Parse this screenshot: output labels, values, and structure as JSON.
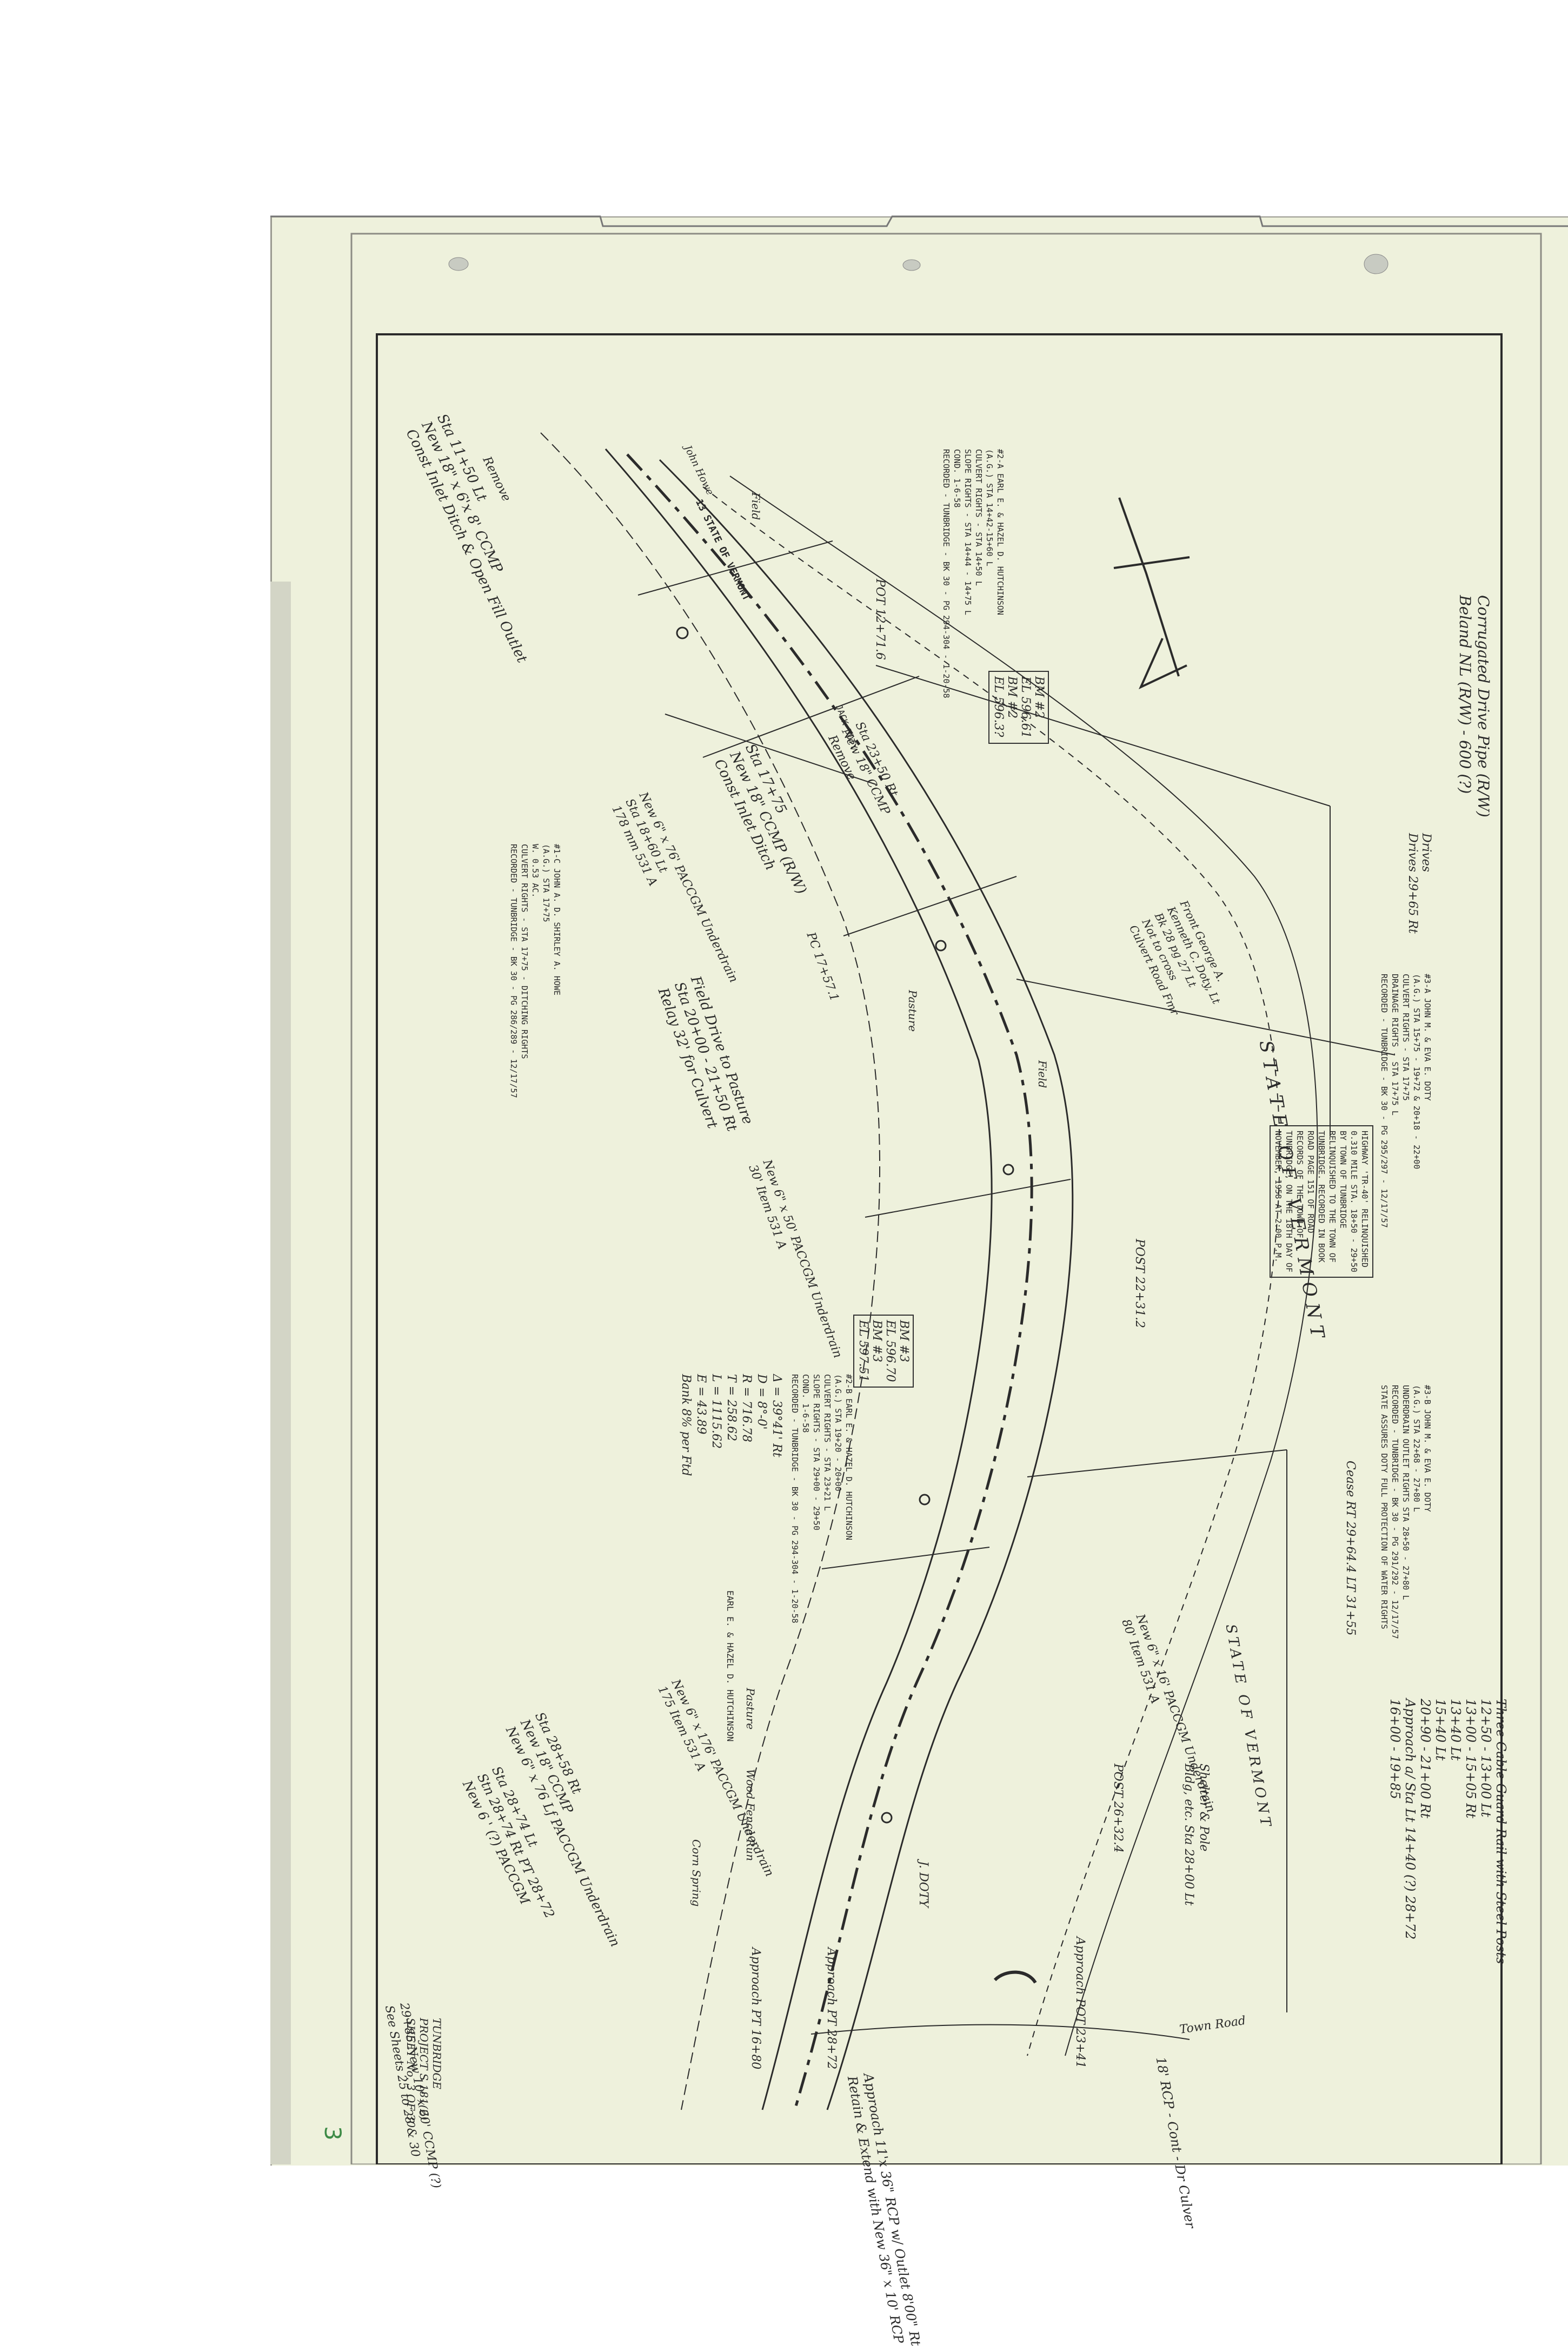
{
  "page_number": "3",
  "title_block": {
    "line1": "TUNBRIDGE",
    "line2": "PROJECT S 181(2)",
    "sheet": "SHEET No. 3 OF 30"
  },
  "recorded_parcels": {
    "parcel_1c": [
      "#1-C JOHN A. D. SHIRLEY A. HOWE",
      "(A.G.) STA 17+75",
      "W. 0.53 AC.",
      "CULVERT RIGHTS - STA 17+75 - DITCHING RIGHTS",
      "RECORDED - TUNBRIDGE - BK 30 - PG 286/289 - 12/17/57"
    ],
    "parcel_2a": [
      "#2-A EARL E. & HAZEL D. HUTCHINSON",
      "(A.G.) STA 14+42-15+60 L",
      "CULVERT RIGHTS - STA 14+50 L",
      "SLOPE RIGHTS - STA 14+44 - 14+75 L",
      "COND. 1-6-58",
      "RECORDED - TUNBRIDGE - BK 30 - PG 294-304 - 1-20-58"
    ],
    "parcel_2b": [
      "#2-B EARL E. & HAZEL D. HUTCHINSON",
      "(A.G.) STA 19+20 - 20+00",
      "CULVERT RIGHTS - STA 23+21 L",
      "SLOPE RIGHTS - STA 29+00 - 29+50",
      "COND. 1-6-58",
      "RECORDED - TUNBRIDGE - BK 30 - PG 294-304 - 1-20-58"
    ],
    "parcel_3a": [
      "#3-A JOHN M. & EVA E. DOTY",
      "(A.G.) STA 15+75 - 19+72 & 20+18 - 22+00",
      "CULVERT RIGHTS - STA 17+75",
      "DRAINAGE RIGHTS - STA 17+75 L",
      "RECORDED - TUNBRIDGE - BK 30 - PG 295/297 - 12/17/57"
    ],
    "parcel_3b": [
      "#3-B JOHN M. & EVA E. DOTY",
      "(A.G.) STA 22+68 - 27+80 L",
      "UNDERDRAIN OUTLET RIGHTS STA 28+50 - 27+80 L",
      "RECORDED - TUNBRIDGE - BK 30 - PG 291/292 - 12/17/57",
      "STATE ASSURES DOTY FULL PROTECTION OF WATER RIGHTS"
    ],
    "highway_note": [
      "HIGHWAY 'TR-40' RELINQUISHED",
      "0.310 MILE STA. 18+50 - 29+50",
      "BY TOWN OF TUNBRIDGE",
      "RELINQUISHED TO THE TOWN OF",
      "TUNBRIDGE. RECORDED IN BOOK",
      "ROAD PAGE 151 OF ROAD",
      "RECORDS OF THE TOWN OF",
      "TUNBRIDGE, ON THE 18TH DAY OF",
      "NOVEMBER, 1958 AT 2:00 P.M."
    ]
  },
  "benchmarks": {
    "bm2": [
      "BM #2",
      "EL 596.61",
      "BM #2",
      "EL 596.3?"
    ],
    "bm3": [
      "BM #3",
      "EL 596.70",
      "BM #3",
      "EL 597.51"
    ]
  },
  "curve_data": [
    "Δ = 39°41' Rt",
    "D = 8°-0'",
    "R = 716.78",
    "T = 258.62",
    "L = 1115.62",
    "E = 43.89",
    "Bank 8% per Ftd"
  ],
  "station_notes": {
    "gate_note": [
      "Corrugated Drive Pipe (R/W)",
      "Beland NL (R/W) - 600 (?)"
    ],
    "driveway_note": [
      "Drives",
      "Drives 29+65 Rt"
    ],
    "guard_rail": [
      "Three Cable Guard Rail with Steel Posts",
      "12+50 - 13+00 Lt",
      "13+00 - 15+05 Rt",
      "13+40 Lt",
      "15+40 Lt",
      "20+90 - 21+00 Rt",
      "Approach a/ Sta Lt 14+40 (?) 28+72",
      "16+00 - 19+85"
    ],
    "sta_1150": [
      "Sta 11+50 Lt",
      "New 18\" x 6'x 8' CCMP",
      "Const Inlet Ditch & Open Fill Outlet"
    ],
    "sta_1775": [
      "Sta 17+75",
      "New 18\" CCMP (R/W)",
      "Const Inlet Ditch"
    ],
    "sta_2350": [
      "Sta 23+50 Rt",
      "New 18\" CCMP",
      "Remove"
    ],
    "field_drive": [
      "Field Drive to Pasture",
      "Sta 20+00 - 21+50 Rt",
      "Relay 32' for Culvert"
    ],
    "underdrain_1": [
      "New 6\" x 76' PACCGM Underdrain",
      "Sta 18+60 Lt",
      "178 mm 531 A"
    ],
    "underdrain_2": [
      "New 6\" x 50' PACCGM Underdrain",
      "30' Item 531 A"
    ],
    "underdrain_3": [
      "New 6\" x 16' PACCGM Underdrain",
      "80' Item 531 A"
    ],
    "underdrain_4": [
      "New 6\" x 176' PACCGM Underdrain",
      "175 Item 531 A"
    ],
    "sta_2858": [
      "Sta 28+58 Rt",
      "New 18\" CCMP",
      "New 6\" x 76 Lf PACCGM Underdrain"
    ],
    "sta_2874": [
      "Sta 28+74 Lt",
      "Stn 28+74 Rt PT 28+72",
      "New 6 ' (?) PACCGM"
    ],
    "sta_2985": [
      "29+85 New 10' x 60' CCMP (?)",
      "See Sheets 25 to 28 & 30"
    ],
    "approach": [
      "Approach 11'x 36\" RCP w/ Outlet 8'00\" Rt",
      "Retain & Extend with New 36\" x 10' RCP"
    ],
    "rcp_note": "18' RCP - Cont - Dr Culver",
    "poc_1": "POT 12+71.6",
    "poc_2": "PC 17+57.1",
    "poc_3": "POST 22+31.2",
    "poc_4": "POST 26+32.4",
    "poc_5": "Approach POT 23+41",
    "poc_6": "Approach PT 16+80",
    "poc_7": "Approach PT 28+72",
    "pt_end": "Cease RT 29+64.4 LT 31+55",
    "state_vt": "STATE OF VERMONT",
    "state_vt_2": "STATE OF VERMONT",
    "state_vt_3": "13 STATE OF VERMONT",
    "town_road": "Town Road",
    "shelter": [
      "Shelter & Pole",
      "Bldg, etc. Sta 28+00 Lt"
    ],
    "front_george": [
      "Front George A.",
      "Kenneth C. Doty, Lt",
      "Bk 28 pg 27 Lt",
      "Not to cross",
      "Culvert Road Fmr"
    ],
    "owner_howe": "John Howe",
    "owner_hutch": "EARL E. & HAZEL D. HUTCHINSON",
    "owner_doty": "J. DOTY",
    "field_1": "Field",
    "field_2": "Field",
    "pasture_1": "Pasture",
    "pasture_2": "Pasture",
    "wood_fence": "Wood Fence Run",
    "corn_spring": "Corn Spring",
    "remove": "Remove",
    "jack_doty": "JACK DOTY"
  }
}
